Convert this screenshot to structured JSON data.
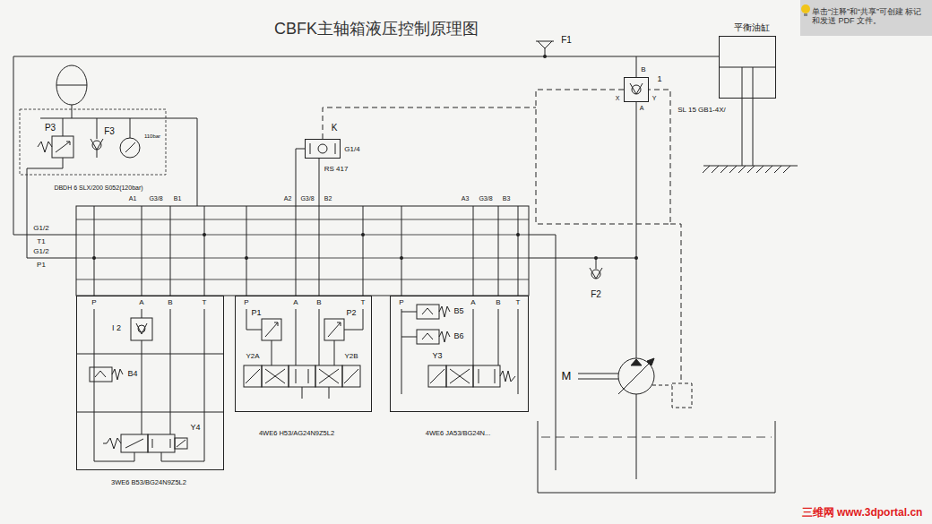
{
  "diagram": {
    "title": "CBFK主轴箱液压控制原理图",
    "nodes": [
      {
        "text": [
          "平衡油缸"
        ]
      },
      {
        "text": [
          "1",
          "SL 15 GB1-4X/"
        ]
      },
      {
        "text": [
          "K",
          "G1/4",
          "RS 417"
        ]
      },
      {
        "text": [
          "3WE6 B53/BG24N9Z5L2"
        ]
      },
      {
        "text": [
          "4WE6 H53/AG24N9Z5L2"
        ]
      },
      {
        "text": [
          "4WE6 JA53/BG24N..."
        ]
      }
    ],
    "edges": [
      {
        "from": 4,
        "to": 2,
        "arrow": "none"
      },
      {
        "from": 4,
        "to": 2,
        "arrow": "none"
      },
      {
        "from": 1,
        "to": 0,
        "arrow": "none"
      }
    ],
    "labels": [
      "F1",
      "P3",
      "F3",
      "110bar",
      "DBDH 6 SLX/200 S052(120bar)",
      "A1",
      "G3/8",
      "B1",
      "A2",
      "G3/8",
      "B2",
      "A3",
      "G3/8",
      "B3",
      "G1/2",
      "T1",
      "G1/2",
      "P1",
      "P",
      "A",
      "B",
      "T",
      "P",
      "A",
      "B",
      "T",
      "P",
      "A",
      "B",
      "T",
      "I 2",
      "B4",
      "Y4",
      "P1",
      "P2",
      "Y2A",
      "Y2B",
      "B5",
      "B6",
      "Y3",
      "B",
      "X",
      "Y",
      "A",
      "F2",
      "M",
      "单击“注释”和“共享”可创建 标记和发送 PDF 文件。",
      "三维网 www.3dportal.cn"
    ]
  }
}
